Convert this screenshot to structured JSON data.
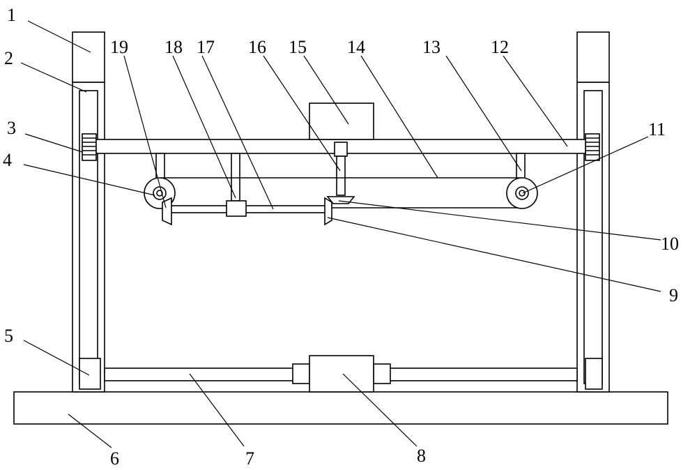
{
  "labels": [
    "1",
    "2",
    "3",
    "4",
    "5",
    "6",
    "7",
    "8",
    "9",
    "10",
    "11",
    "12",
    "13",
    "14",
    "15",
    "16",
    "17",
    "18",
    "19"
  ]
}
